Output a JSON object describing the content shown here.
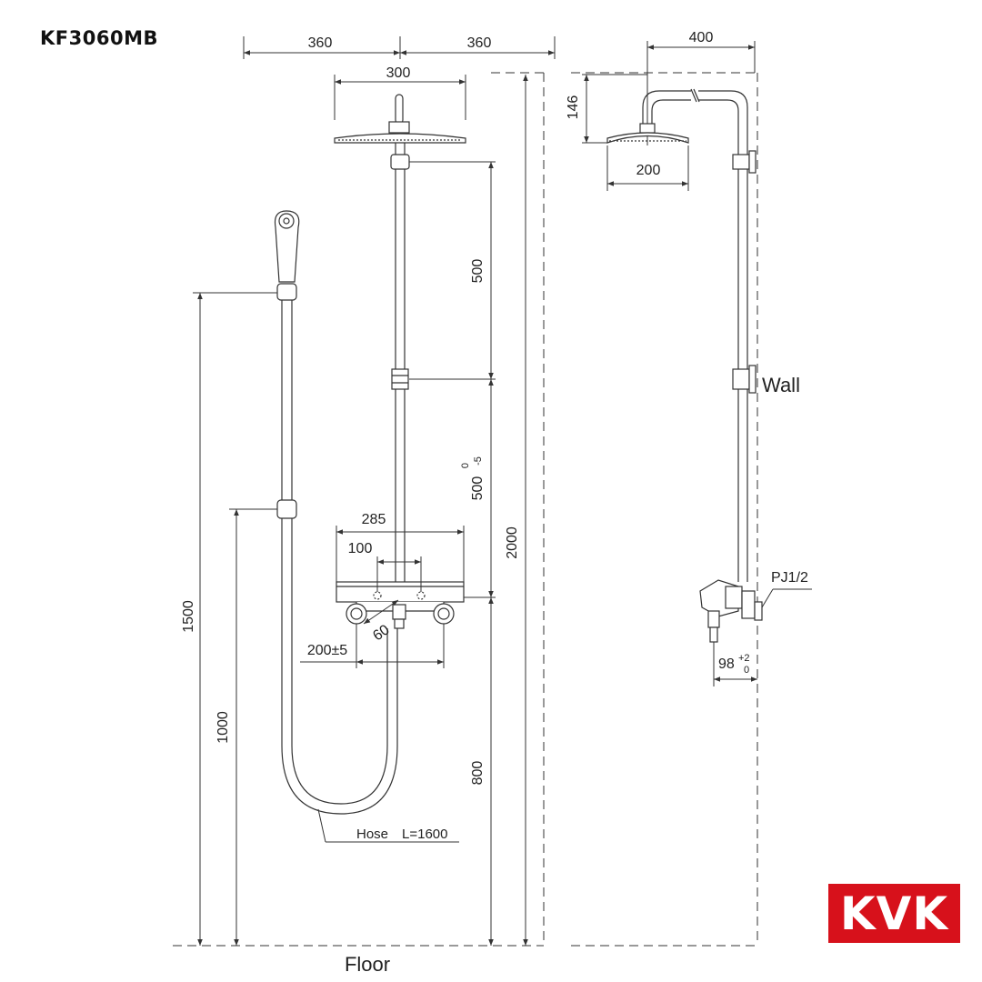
{
  "model_number": "KF3060MB",
  "logo_text": "KVK",
  "colors": {
    "logo": "#d7111b",
    "line": "#333333"
  },
  "labels": {
    "wall": "Wall",
    "floor": "Floor",
    "hose_word": "Hose",
    "hose_length": "L=1600",
    "thread": "PJ1/2"
  },
  "dims": {
    "top_left": "360",
    "top_right": "360",
    "head_width": "300",
    "side_400": "400",
    "side_146": "146",
    "side_head_200": "200",
    "d500_upper": "500",
    "d500_lower": "500",
    "tol_upper": "0",
    "tol_lower": "-5",
    "d800": "800",
    "d2000": "2000",
    "d1500": "1500",
    "d1000": "1000",
    "d285": "285",
    "d100": "100",
    "d200_5": "200±5",
    "d60": "60",
    "d98": "98",
    "tol98_upper": "+2",
    "tol98_lower": "0"
  }
}
